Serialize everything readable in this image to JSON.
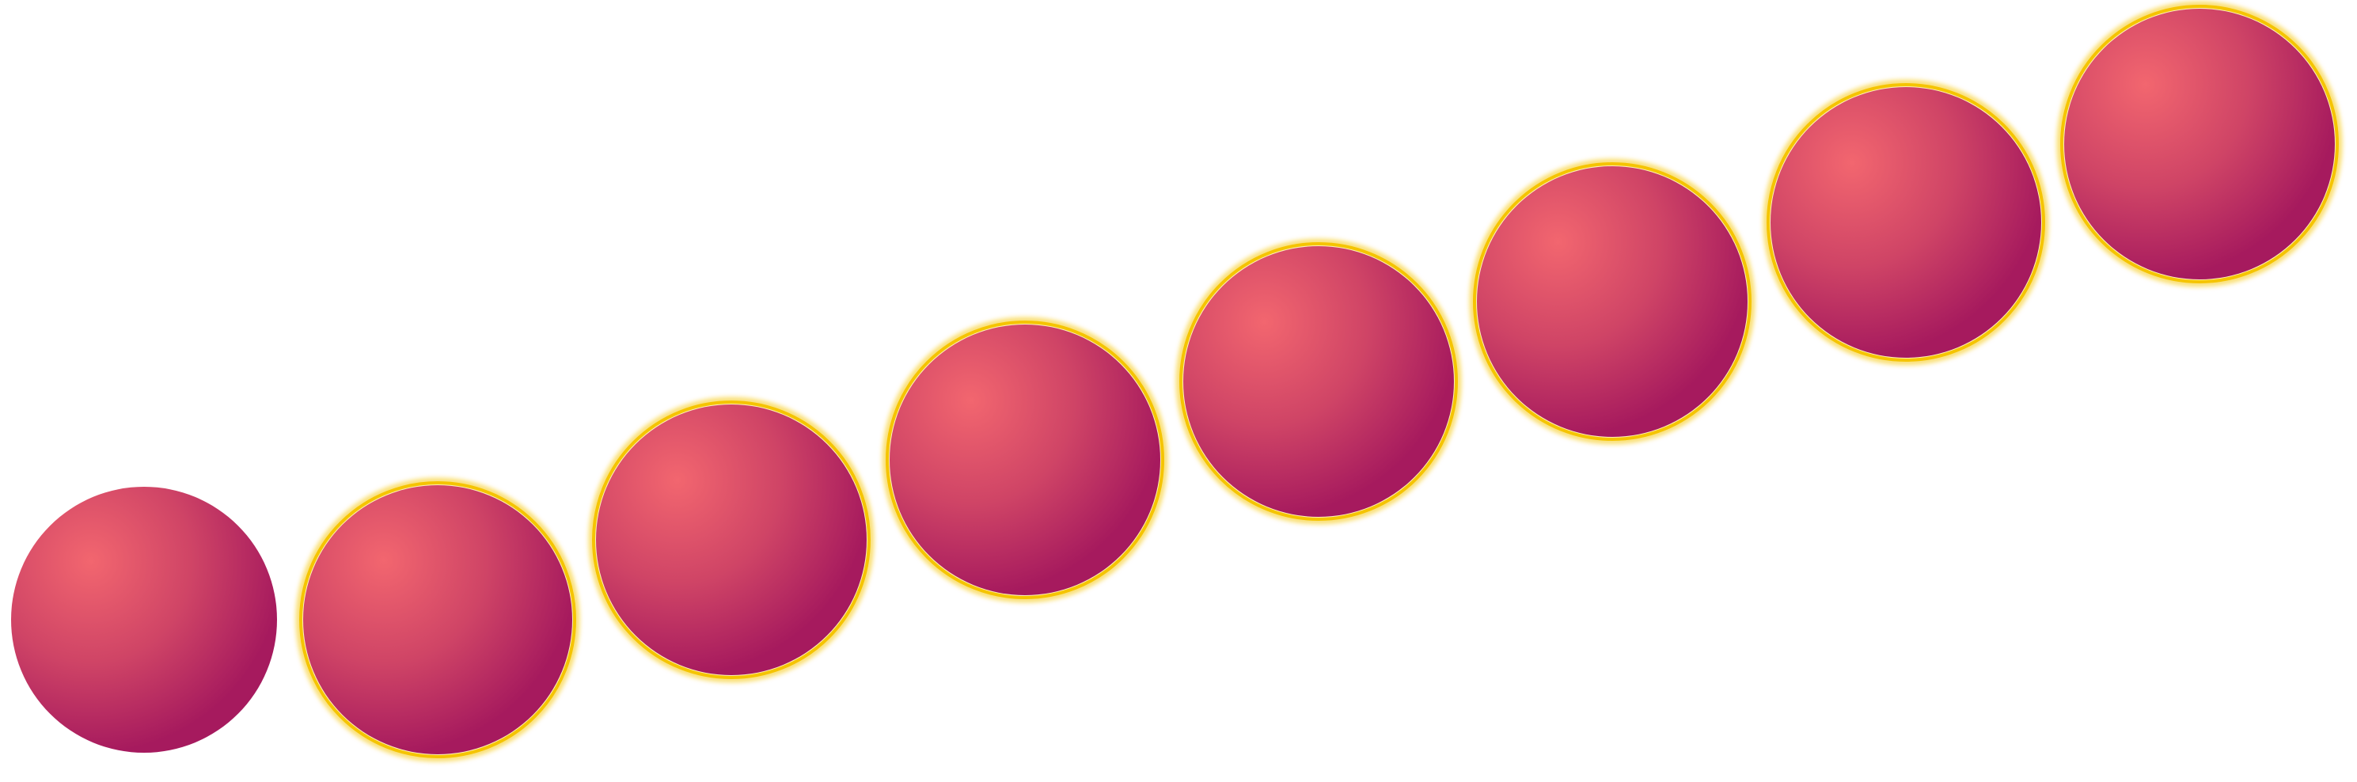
{
  "scene": {
    "background_color": "#ffffff",
    "ball_count": 8,
    "ball_colors": {
      "highlight": "#f2666f",
      "mid": "#cf4466",
      "shadow": "#a61a5e"
    },
    "glow_color": "#f5c400",
    "balls": [
      {
        "index": 1,
        "has_glow": false
      },
      {
        "index": 2,
        "has_glow": true
      },
      {
        "index": 3,
        "has_glow": true
      },
      {
        "index": 4,
        "has_glow": true
      },
      {
        "index": 5,
        "has_glow": true
      },
      {
        "index": 6,
        "has_glow": true
      },
      {
        "index": 7,
        "has_glow": true
      },
      {
        "index": 8,
        "has_glow": true
      }
    ]
  }
}
